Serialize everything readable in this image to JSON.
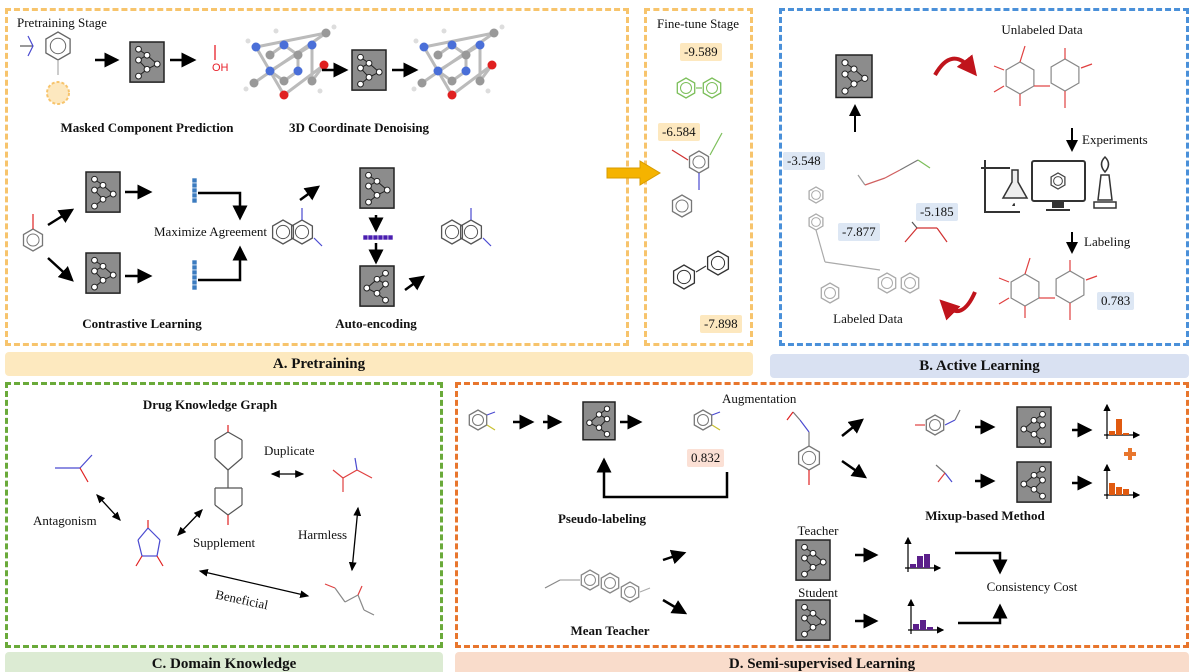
{
  "colors": {
    "pretraining": "#f7c46c",
    "active": "#4a90d9",
    "domain": "#6aaa3a",
    "semi": "#e8762d",
    "red_arrow": "#c0141c",
    "bar_orange": "#e05a10",
    "bar_purple": "#5b1f8a"
  },
  "pretraining": {
    "stage_title": "Pretraining Stage",
    "masked": "Masked Component Prediction",
    "masked_out": "OH",
    "denoise": "3D Coordinate Denoising",
    "contrastive": "Contrastive Learning",
    "maximize": "Maximize Agreement",
    "autoenc": "Auto-encoding",
    "section_label": "A. Pretraining"
  },
  "finetune": {
    "stage_title": "Fine-tune Stage",
    "values": [
      "-9.589",
      "-6.584",
      "-7.898"
    ]
  },
  "active": {
    "unlabeled": "Unlabeled Data",
    "experiments": "Experiments",
    "labeling": "Labeling",
    "labeled": "Labeled Data",
    "new_label": "0.783",
    "labels": [
      "-3.548",
      "-7.877",
      "-5.185"
    ],
    "section_label": "B. Active Learning"
  },
  "domain": {
    "title": "Drug Knowledge Graph",
    "relations": [
      "Antagonism",
      "Supplement",
      "Duplicate",
      "Harmless",
      "Beneficial"
    ],
    "section_label": "C. Domain Knowledge"
  },
  "semi": {
    "pseudo": "Pseudo-labeling",
    "pseudo_value": "0.832",
    "augmentation": "Augmentation",
    "mixup": "Mixup-based Method",
    "mean_teacher": "Mean Teacher",
    "teacher": "Teacher",
    "student": "Student",
    "consistency": "Consistency Cost",
    "section_label": "D. Semi-supervised Learning"
  },
  "icons": [
    "neural-network-icon",
    "arrow-icon",
    "curved-arrow-icon",
    "lab-flask-icon",
    "monitor-icon",
    "burner-icon",
    "bar-chart-icon",
    "plus-icon",
    "embedding-vector-icon"
  ]
}
